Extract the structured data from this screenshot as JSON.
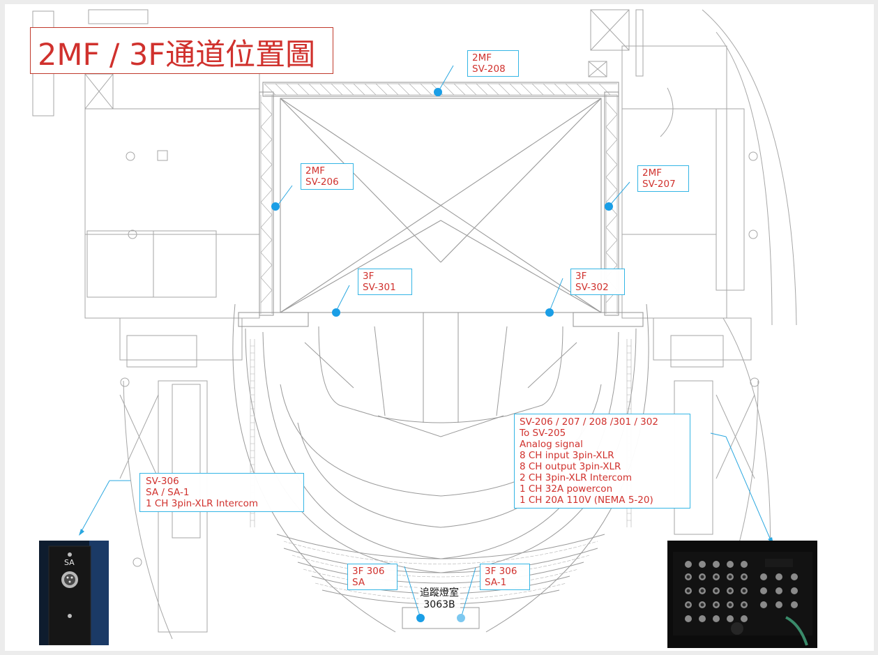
{
  "title": "2MF / 3F通道位置圖",
  "labels": {
    "sv208": {
      "line1": "2MF",
      "line2": "SV-208"
    },
    "sv206": {
      "line1": "2MF",
      "line2": "SV-206"
    },
    "sv207": {
      "line1": "2MF",
      "line2": "SV-207"
    },
    "sv301": {
      "line1": "3F",
      "line2": "SV-301"
    },
    "sv302": {
      "line1": "3F",
      "line2": "SV-302"
    },
    "sa": {
      "line1": "3F 306",
      "line2": "SA"
    },
    "sa1": {
      "line1": "3F 306",
      "line2": "SA-1"
    }
  },
  "info_sv306": {
    "lines": [
      "SV-306",
      "SA / SA-1",
      "1 CH 3pin-XLR Intercom"
    ]
  },
  "info_panel": {
    "lines": [
      "SV-206 / 207 / 208 /301 / 302",
      "To SV-205",
      "Analog signal",
      "8 CH input 3pin-XLR",
      "8 CH output 3pin-XLR",
      "2 CH 3pin-XLR Intercom",
      "1 CH 32A powercon",
      "1 CH 20A 110V (NEMA 5-20)"
    ]
  },
  "room": {
    "line1": "追蹤燈室",
    "line2": "3063B"
  },
  "photo_left": {
    "plate_label": "SA"
  },
  "colors": {
    "marker": "#1a9ee6",
    "label_border": "#33b5e5",
    "text_red": "#d0312d",
    "plan_line": "#9a9a9a"
  }
}
